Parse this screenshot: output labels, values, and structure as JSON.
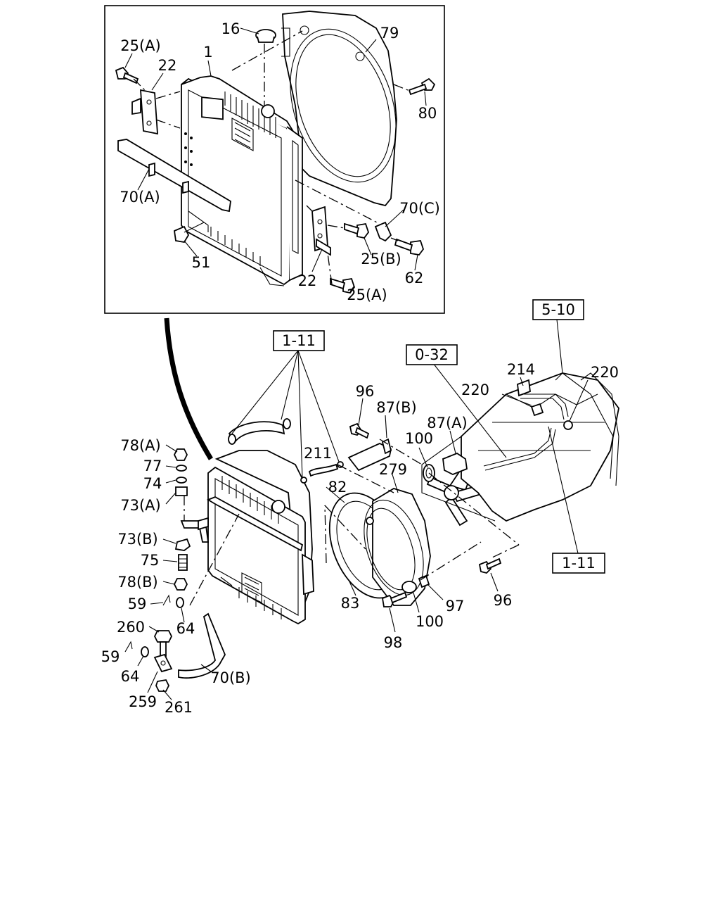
{
  "labels": {
    "16": "16",
    "1": "1",
    "79": "79",
    "25a_top": "25(A)",
    "22_top": "22",
    "80": "80",
    "70a": "70(A)",
    "70c": "70(C)",
    "51": "51",
    "25b": "25(B)",
    "62": "62",
    "22_bot": "22",
    "25a_bot": "25(A)",
    "96_top": "96",
    "87b": "87(B)",
    "87a": "87(A)",
    "100_top": "100",
    "211": "211",
    "279": "279",
    "82": "82",
    "214": "214",
    "220_left": "220",
    "220_right": "220",
    "78a": "78(A)",
    "77": "77",
    "74": "74",
    "73a": "73(A)",
    "73b": "73(B)",
    "75": "75",
    "78b": "78(B)",
    "59_top": "59",
    "64_top": "64",
    "260": "260",
    "59_bot": "59",
    "64_bot": "64",
    "70b": "70(B)",
    "259": "259",
    "261": "261",
    "83": "83",
    "97": "97",
    "100_bot": "100",
    "98": "98",
    "96_bot": "96"
  },
  "refs": {
    "r_5_10": "5-10",
    "r_0_32": "0-32",
    "r_1_11_top": "1-11",
    "r_1_11_right": "1-11"
  }
}
